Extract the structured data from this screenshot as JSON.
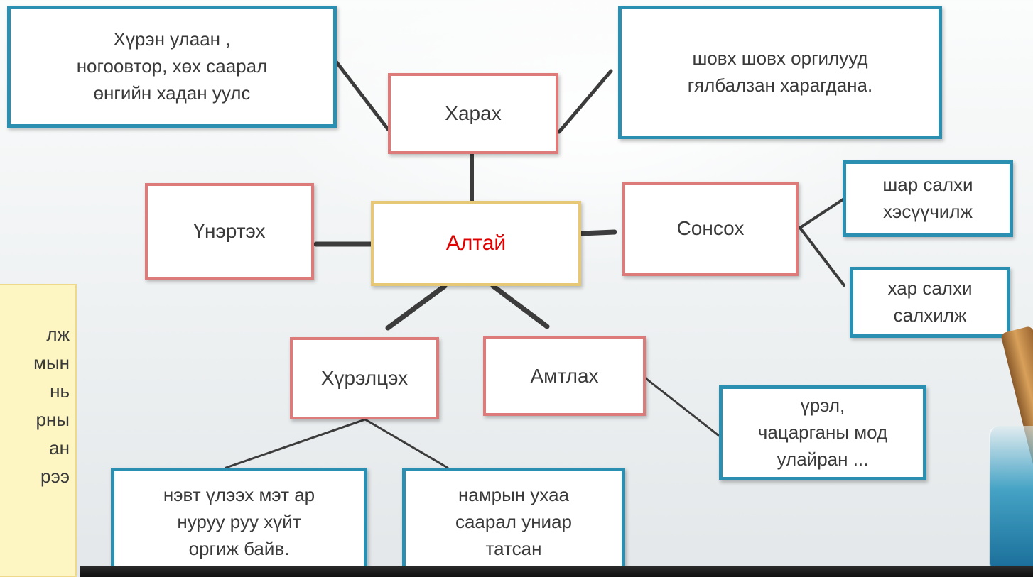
{
  "center": {
    "label": "Алтай"
  },
  "senses": {
    "see": "Харах",
    "smell": "Үнэртэх",
    "hear": "Сонсох",
    "touch": "Хүрэлцэх",
    "taste": "Амтлах"
  },
  "details": {
    "see_left": "Хүрэн улаан ,\nногоовтор, хөх саарал\nөнгийн хадан уулс",
    "see_right": "шовх шовх оргилууд\nгялбалзан харагдана.",
    "hear_top": "шар салхи\nхэсүүчилж",
    "hear_bottom": "хар салхи\nсалхилж",
    "taste": "үрэл,\nчацарганы мод\nулайран ...",
    "touch_left": "нэвт үлээх мэт ар\nнуруу руу хүйт\nоргиж байв.",
    "touch_right": "намрын ухаа\nсаарал униар\nтатсан"
  },
  "side_note": {
    "lines": [
      "лж",
      "мын",
      "нь",
      "рны",
      "ан",
      "рээ"
    ]
  },
  "colors": {
    "detail_border": "#2a8fb0",
    "sense_border": "#dd7a7a",
    "center_border": "#e6c877",
    "center_text": "#e00000",
    "connector": "#3c3c3c"
  }
}
